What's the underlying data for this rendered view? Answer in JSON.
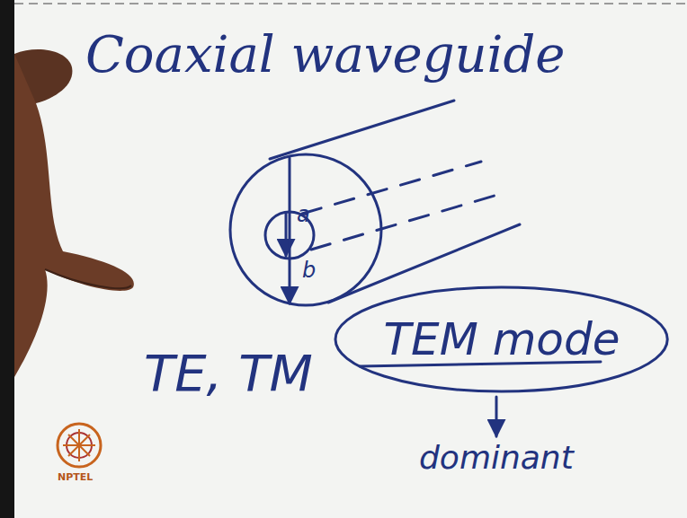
{
  "diagram": {
    "title": "Coaxial waveguide",
    "nodes": [
      {
        "text": [
          "TEM mode"
        ]
      }
    ],
    "labels": [
      "a",
      "b",
      "TE, TM",
      "dominant",
      "NPTEL"
    ]
  }
}
